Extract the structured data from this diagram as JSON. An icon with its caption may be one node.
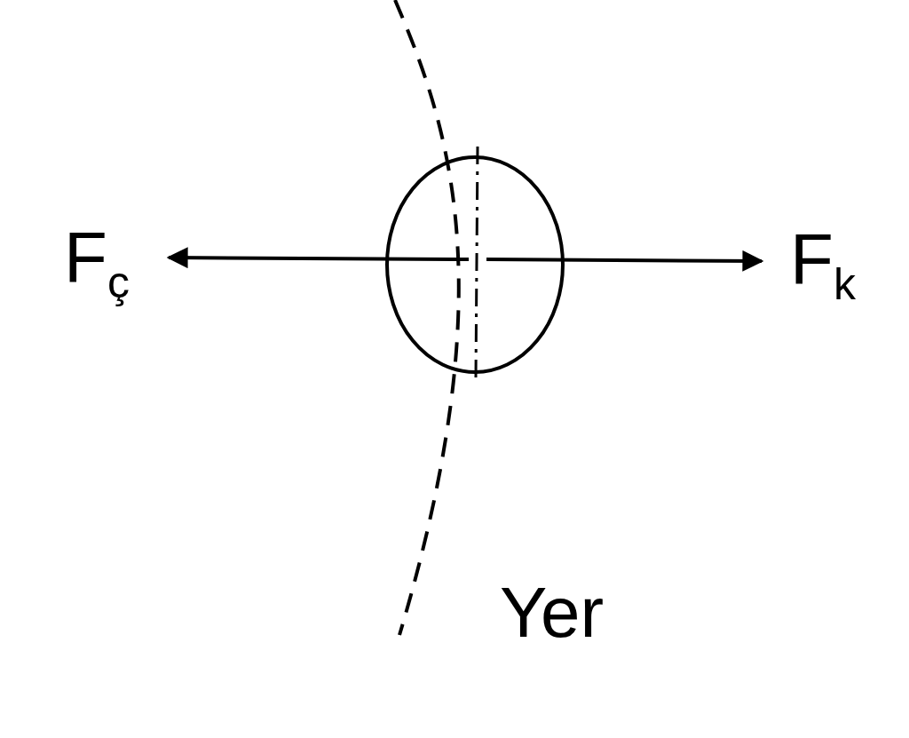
{
  "diagram": {
    "labels": [
      "F$_{ç}$",
      "F$_{k}$",
      "Yer"
    ]
  }
}
